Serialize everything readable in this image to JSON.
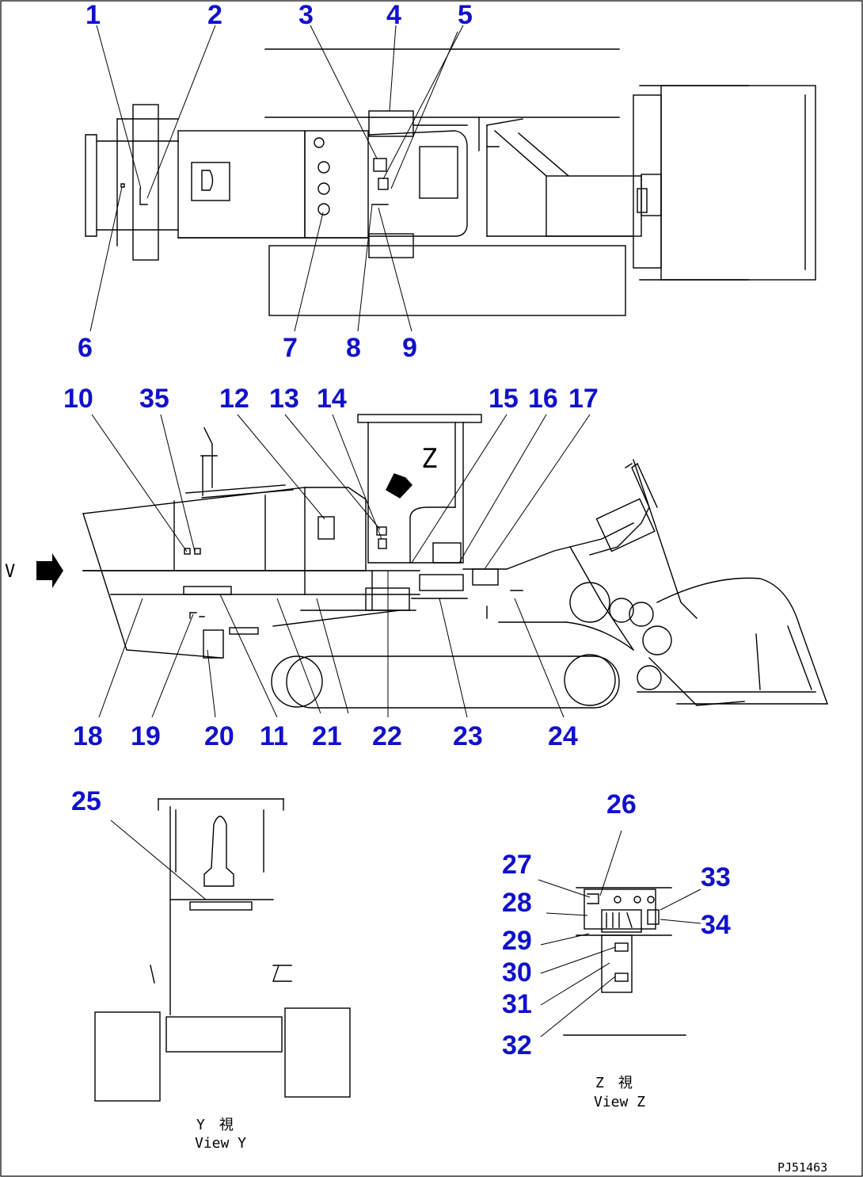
{
  "callouts": [
    "1",
    "2",
    "3",
    "4",
    "5",
    "6",
    "7",
    "8",
    "9",
    "10",
    "35",
    "12",
    "13",
    "14",
    "15",
    "16",
    "17",
    "18",
    "19",
    "20",
    "11",
    "21",
    "22",
    "23",
    "24",
    "25",
    "26",
    "27",
    "28",
    "29",
    "30",
    "31",
    "32",
    "33",
    "34"
  ],
  "view_z_marker": "Z",
  "view_v_marker": "V",
  "view_y": {
    "jp": "Y　視",
    "en": "View Y"
  },
  "view_z": {
    "jp": "Z　視",
    "en": "View Z"
  },
  "drawing_code": "PJ51463"
}
